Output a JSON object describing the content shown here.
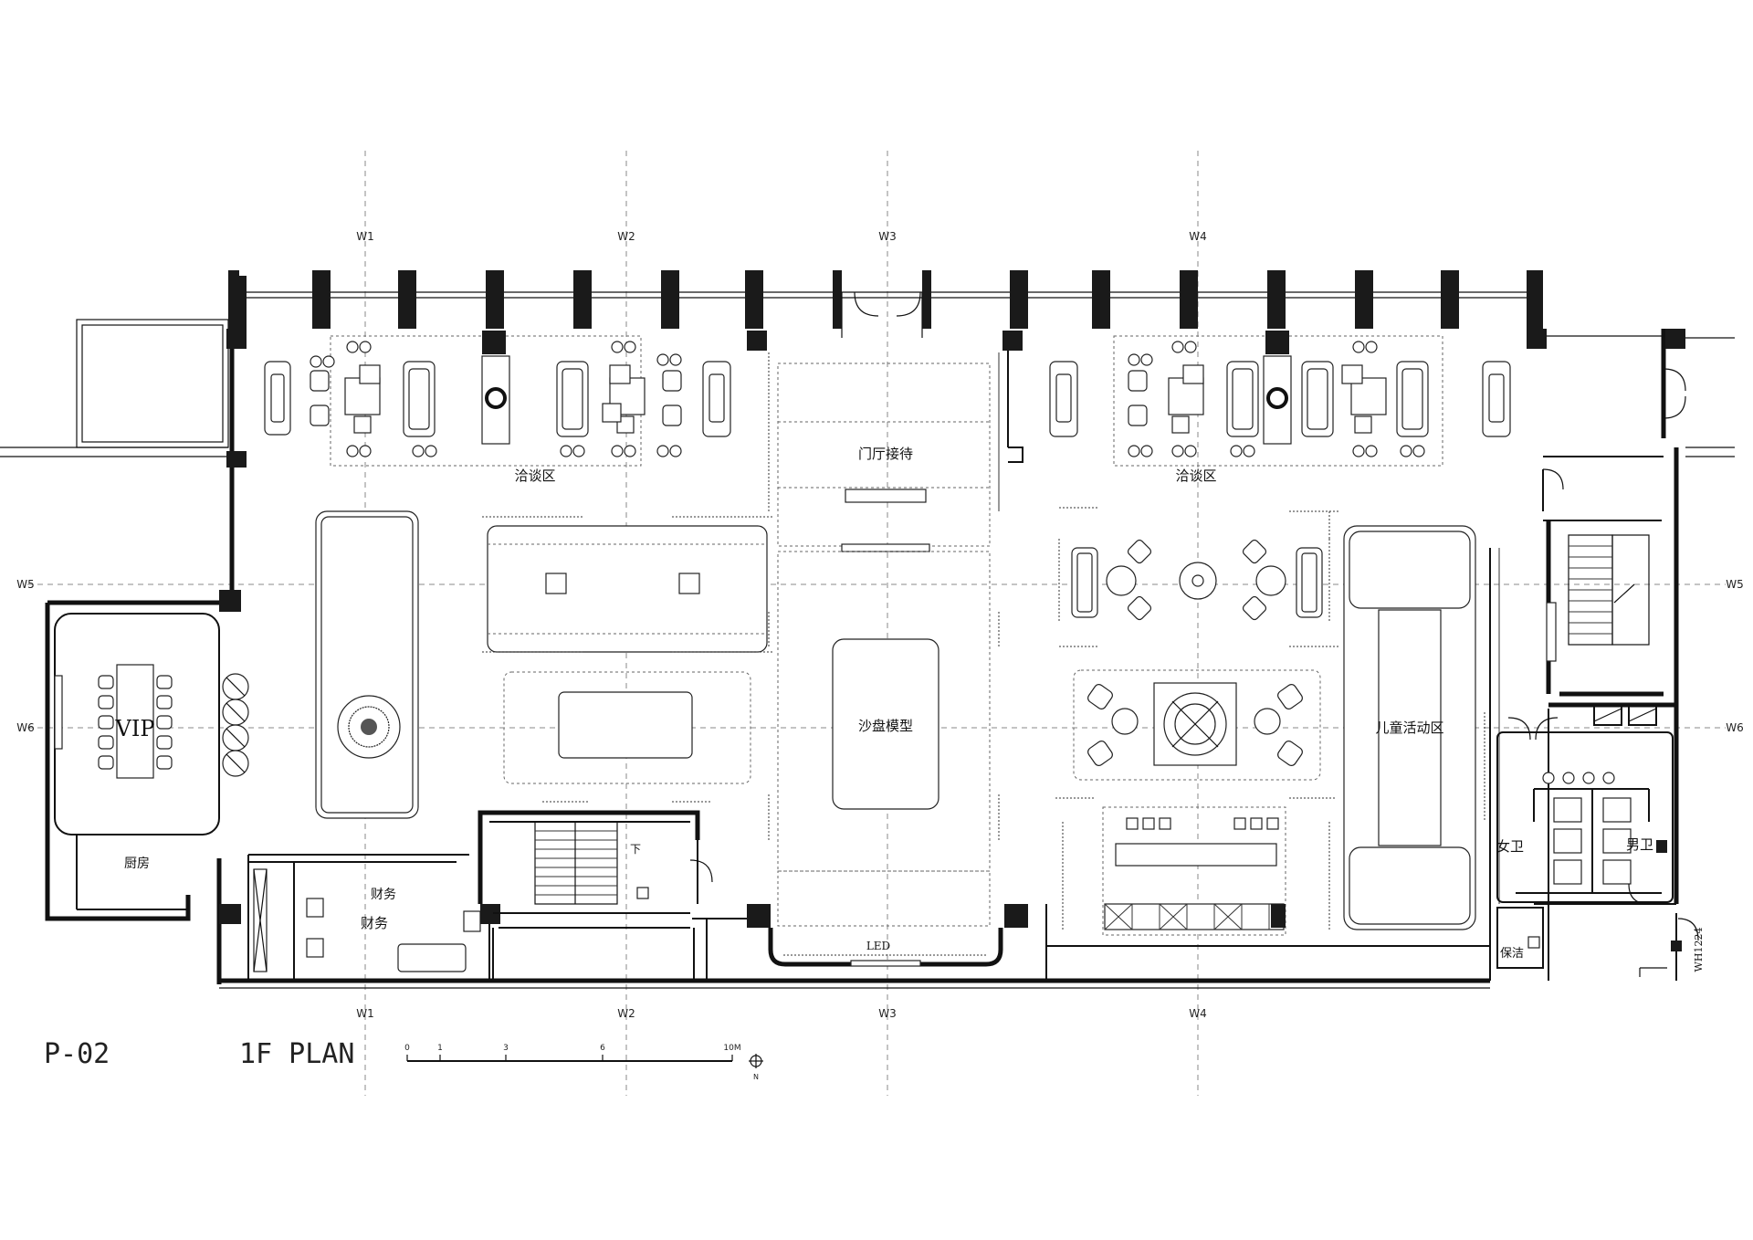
{
  "sheet": {
    "code": "P-02",
    "title": "1F PLAN",
    "north": "N",
    "stamp": "WH1224"
  },
  "scale": {
    "ticks": [
      "0",
      "1",
      "3",
      "6",
      "10M"
    ]
  },
  "grid": {
    "vertical": [
      "W1",
      "W2",
      "W3",
      "W4"
    ],
    "horizontal": [
      "W5",
      "W6"
    ]
  },
  "rooms": {
    "negotiation_left": "洽谈区",
    "negotiation_right": "洽谈区",
    "lobby_reception": "门厅接待",
    "sand_table": "沙盘模型",
    "kids_area": "儿童活动区",
    "vip": "VIP",
    "kitchen": "厨房",
    "finance_title": "财务",
    "finance_sub": "财务",
    "female_wc": "女卫",
    "male_wc": "男卫",
    "cleaning": "保洁",
    "led": "LED",
    "stair_down": "下"
  }
}
